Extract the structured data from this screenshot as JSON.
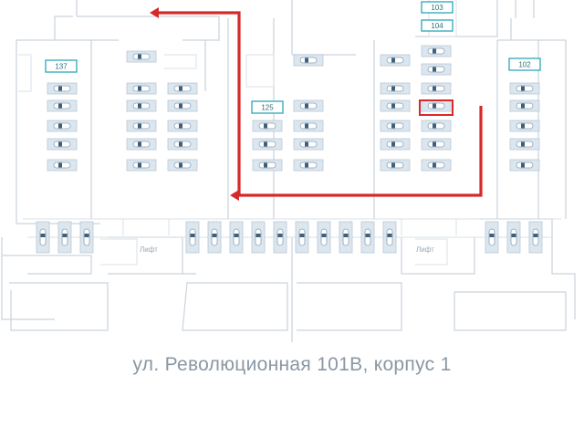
{
  "plan": {
    "spot_numbers": [
      "103",
      "104",
      "137",
      "125",
      "102"
    ],
    "lift_labels": [
      "Лифт",
      "Лифт"
    ],
    "selected_spot_note": "highlighted spot near 104 column",
    "route_color": "#d62a2a",
    "accent_color": "#2aa7b8"
  },
  "caption": "ул. Революционная 101В, корпус 1"
}
